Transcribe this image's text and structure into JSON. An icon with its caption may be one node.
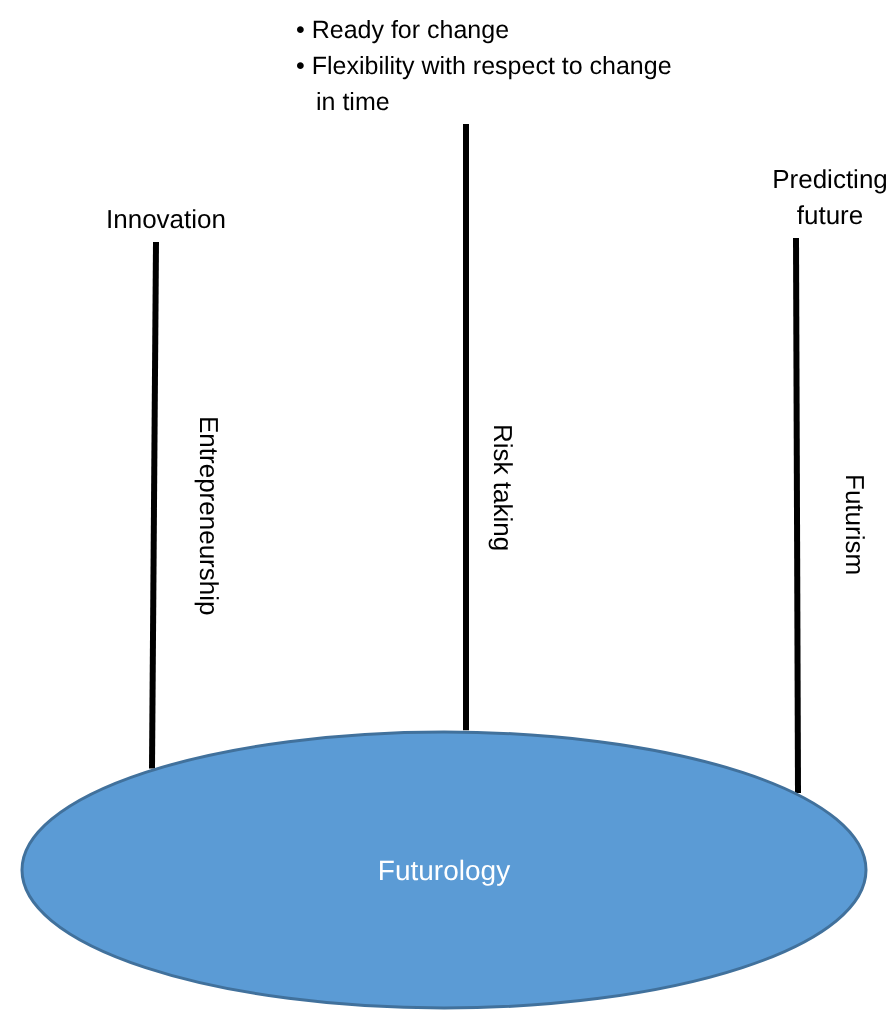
{
  "diagram": {
    "nodes": [
      {
        "text": [
          "Innovation"
        ]
      },
      {
        "text": [
          "• Ready for change",
          "• Flexibility with respect to change in time"
        ]
      },
      {
        "text": [
          "Predicting future"
        ]
      },
      {
        "text": [
          "Futurology"
        ]
      }
    ],
    "edges": [
      {
        "from": 0,
        "to": 3,
        "arrow": "none",
        "label": "Entrepreneurship"
      },
      {
        "from": 1,
        "to": 3,
        "arrow": "none",
        "label": "Risk taking"
      },
      {
        "from": 2,
        "to": 3,
        "arrow": "none",
        "label": "Futurism"
      }
    ]
  }
}
